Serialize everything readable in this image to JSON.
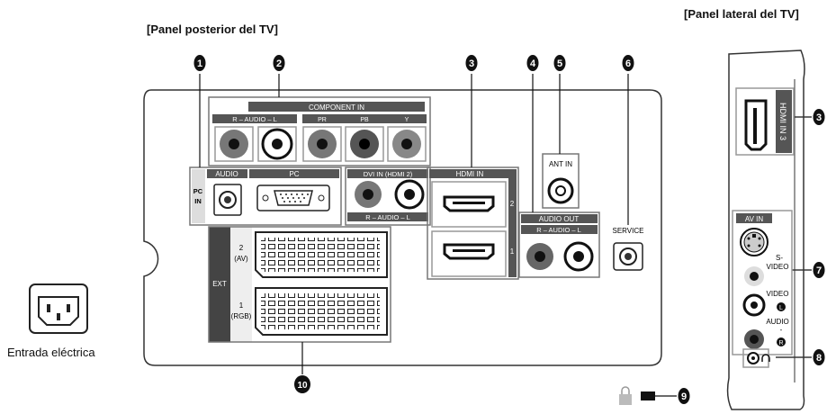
{
  "titles": {
    "rear": "[Panel posterior del TV]",
    "side": "[Panel lateral del TV]"
  },
  "power": {
    "caption": "Entrada eléctrica"
  },
  "callouts": [
    "1",
    "2",
    "3",
    "4",
    "5",
    "6",
    "7",
    "8",
    "9",
    "10"
  ],
  "rear_panel": {
    "component_in": "COMPONENT IN",
    "component_audio": "R – AUDIO – L",
    "component_pr": "PR",
    "component_pb": "PB",
    "component_y": "Y",
    "audio": "AUDIO",
    "pc": "PC",
    "pc_in_1": "PC",
    "pc_in_2": "IN",
    "dvi_in": "DVI IN (HDMI 2)",
    "dvi_audio": "R – AUDIO – L",
    "hdmi_in": "HDMI IN",
    "hdmi_2": "2",
    "hdmi_1": "1",
    "ant_in": "ANT IN",
    "audio_out": "AUDIO OUT",
    "audio_out_rl": "R – AUDIO – L",
    "service": "SERVICE",
    "ext": "EXT",
    "scart2_a": "2",
    "scart2_b": "(AV)",
    "scart1_a": "1",
    "scart1_b": "(RGB)"
  },
  "side_panel": {
    "hdmi_in3": "HDMI IN 3",
    "av_in": "AV IN",
    "s_video_1": "S-",
    "s_video_2": "VIDEO",
    "video": "VIDEO",
    "l": "L",
    "audio": "AUDIO",
    "dash": "-",
    "r": "R"
  }
}
